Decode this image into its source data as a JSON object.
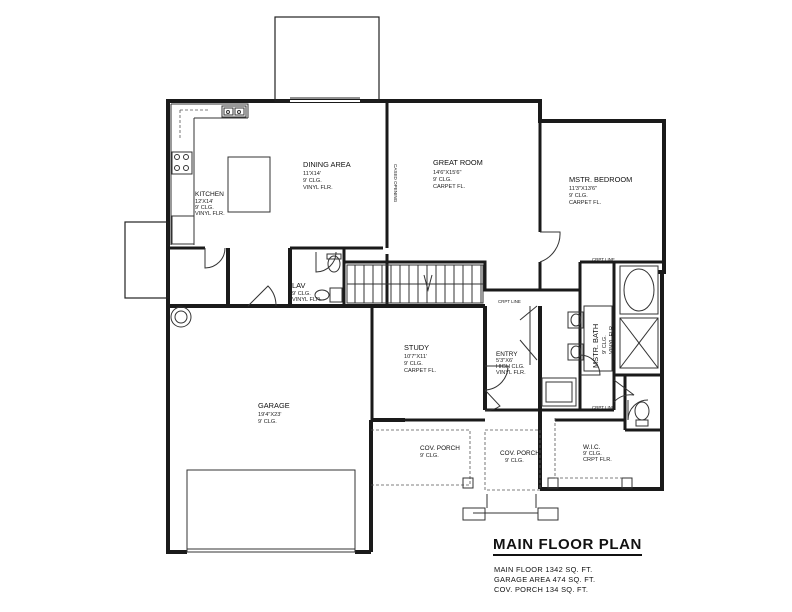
{
  "title": "MAIN FLOOR PLAN",
  "areas": [
    "MAIN FLOOR 1342 SQ. FT.",
    "GARAGE AREA 474 SQ. FT.",
    "COV. PORCH 134 SQ. FT."
  ],
  "rooms": {
    "dining": {
      "name": "DINING AREA",
      "dims": "11'X14'",
      "clg": "9' CLG.",
      "flr": "VINYL FLR."
    },
    "great": {
      "name": "GREAT ROOM",
      "dims": "14'6\"X15'6\"",
      "clg": "9' CLG.",
      "flr": "CARPET FL."
    },
    "bedroom": {
      "name": "MSTR. BEDROOM",
      "dims": "11'3\"X13'6\"",
      "clg": "9' CLG.",
      "flr": "CARPET FL."
    },
    "kitchen": {
      "name": "KITCHEN",
      "dims": "12'X14'",
      "clg": "9' CLG.",
      "flr": "VINYL FLR."
    },
    "lav": {
      "name": "LAV",
      "clg": "9' CLG.",
      "flr": "VINYL FLR."
    },
    "study": {
      "name": "STUDY",
      "dims": "10'7\"X11'",
      "clg": "9' CLG.",
      "flr": "CARPET FL."
    },
    "entry": {
      "name": "ENTRY",
      "dims": "5'3\"X6'",
      "clg": "HIGH CLG.",
      "flr": "VINYL FLR."
    },
    "bath": {
      "name": "MSTR. BATH",
      "clg": "9' CLG.",
      "flr": "VINYL FLR."
    },
    "garage": {
      "name": "GARAGE",
      "dims": "19'4\"X23'",
      "clg": "9' CLG."
    },
    "porch1": {
      "name": "COV. PORCH",
      "clg": "9' CLG."
    },
    "porch2": {
      "name": "COV. PORCH",
      "clg": "9' CLG."
    },
    "wic": {
      "name": "W.I.C.",
      "clg": "9' CLG.",
      "flr": "CRPT FLR."
    }
  },
  "notes": {
    "cased_opening": "CASED OPENING",
    "crpt_line_1": "CRPT LINE",
    "crpt_line_2": "CRPT LINE",
    "crpt_line_3": "CRPT LINE"
  }
}
